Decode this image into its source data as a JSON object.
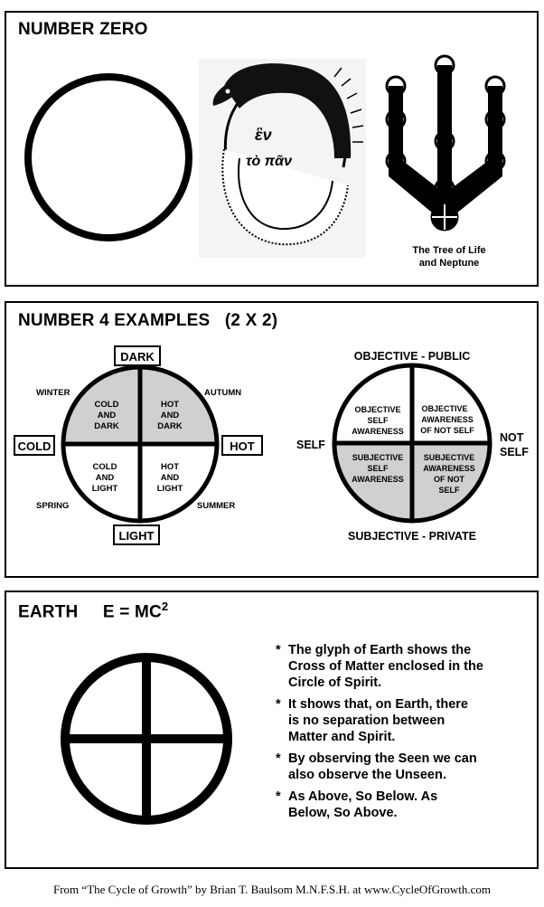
{
  "panel1": {
    "title": "NUMBER ZERO",
    "tree_caption_line1": "The Tree of Life",
    "tree_caption_line2": "and Neptune",
    "ouroboros_text_line1": "ἓν",
    "ouroboros_text_line2": "τὸ πᾶν"
  },
  "panel2": {
    "title": "NUMBER 4 EXAMPLES   (2 X 2)",
    "left": {
      "top_box": "DARK",
      "bottom_box": "LIGHT",
      "left_box": "COLD",
      "right_box": "HOT",
      "winter": "WINTER",
      "autumn": "AUTUMN",
      "spring": "SPRING",
      "summer": "SUMMER",
      "q_tl": [
        "COLD",
        "AND",
        "DARK"
      ],
      "q_tr": [
        "HOT",
        "AND",
        "DARK"
      ],
      "q_bl": [
        "COLD",
        "AND",
        "LIGHT"
      ],
      "q_br": [
        "HOT",
        "AND",
        "LIGHT"
      ]
    },
    "right": {
      "top": "OBJECTIVE - PUBLIC",
      "bottom": "SUBJECTIVE - PRIVATE",
      "left": "SELF",
      "right_line1": "NOT",
      "right_line2": "SELF",
      "q_tl": [
        "OBJECTIVE",
        "SELF",
        "AWARENESS"
      ],
      "q_tr": [
        "OBJECTIVE",
        "AWARENESS",
        "OF NOT SELF"
      ],
      "q_bl": [
        "SUBJECTIVE",
        "SELF",
        "AWARENESS"
      ],
      "q_br": [
        "SUBJECTIVE",
        "AWARENESS",
        "OF NOT",
        "SELF"
      ]
    },
    "colors": {
      "shade": "#d0d0d0"
    }
  },
  "panel3": {
    "title": "EARTH     E = MC",
    "title_sup": "2",
    "bullets": [
      {
        "star": "*",
        "text": "The glyph of Earth shows the Cross of Matter enclosed in the Circle of Spirit."
      },
      {
        "star": "*",
        "text": "It shows that, on Earth, there is no separation between Matter and Spirit."
      },
      {
        "star": "*",
        "text": "By observing the Seen we can also observe the Unseen."
      },
      {
        "star": "*",
        "text": "As Above, So Below. As Below, So Above."
      }
    ]
  },
  "footer": "From “The Cycle of Growth” by Brian T. Baulsom M.N.F.S.H. at  www.CycleOfGrowth.com"
}
